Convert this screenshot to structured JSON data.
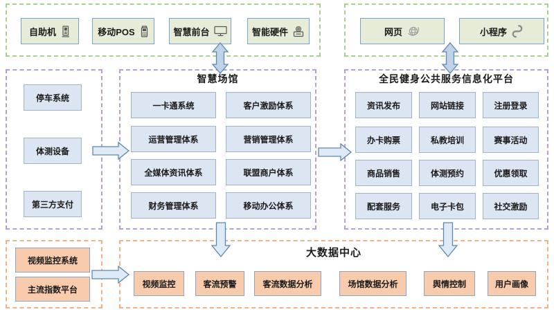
{
  "top_channels": {
    "items": [
      {
        "label": "自助机",
        "icon": "kiosk-icon"
      },
      {
        "label": "移动POS",
        "icon": "pos-icon"
      },
      {
        "label": "智慧前台",
        "icon": "monitor-icon"
      },
      {
        "label": "智能硬件",
        "icon": "hardware-icon"
      }
    ]
  },
  "web_channels": {
    "items": [
      {
        "label": "网页",
        "icon": "globe-icon"
      },
      {
        "label": "小程序",
        "icon": "miniprogram-icon"
      }
    ]
  },
  "venue_sources": {
    "items": [
      "停车系统",
      "体测设备",
      "第三方支付"
    ]
  },
  "smart_venue": {
    "title": "智慧场馆",
    "items": [
      "一卡通系统",
      "客户激励体系",
      "运营管理体系",
      "营销管理体系",
      "全媒体资讯体系",
      "联盟商户体系",
      "财务管理体系",
      "移动办公体系"
    ]
  },
  "public_platform": {
    "title": "全民健身公共服务信息化平台",
    "items": [
      "资讯发布",
      "网站链接",
      "注册登录",
      "办卡购票",
      "私教培训",
      "赛事活动",
      "商品销售",
      "体测预约",
      "优惠领取",
      "配套服务",
      "电子卡包",
      "社交激励"
    ]
  },
  "data_sources": {
    "items": [
      "视频监控系统",
      "主流指数平台"
    ]
  },
  "big_data": {
    "title": "大数据中心",
    "items": [
      "视频监控",
      "客流预警",
      "客流数据分析",
      "场馆数据分析",
      "舆情控制",
      "用户画像"
    ]
  },
  "colors": {
    "green_dash": "#a9d18e",
    "purple_dash": "#b5a0d6",
    "orange_dash": "#f4b183",
    "green_node_fill": "#e7ecd8",
    "blue_node_fill": "#dce6f2",
    "orange_node_fill": "#f8cbad",
    "node_border": "#8ca6c0",
    "double_arrow_fill": "#bed2e8",
    "single_arrow_fill": "#deeaf6",
    "arrow_border": "#5b87af"
  }
}
